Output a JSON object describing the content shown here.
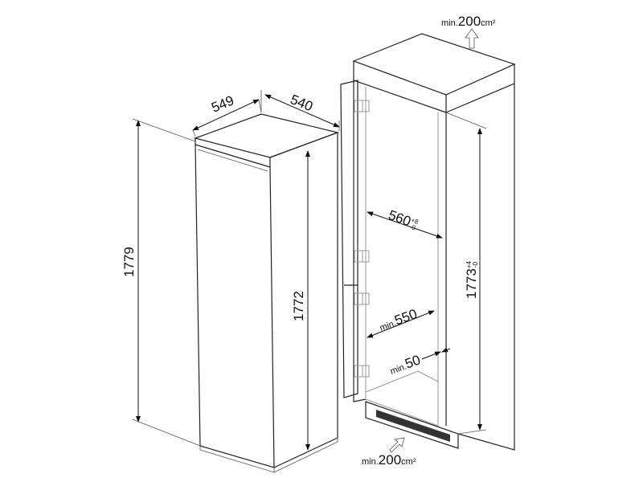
{
  "labels": {
    "depth_top": "549",
    "width_top": "540",
    "total_height": "1779",
    "body_height": "1772",
    "niche_width": "560",
    "niche_width_tol_plus": "+8",
    "niche_width_tol_minus": "-0",
    "niche_height": "1773",
    "niche_height_tol_plus": "+4",
    "niche_height_tol_minus": "-0",
    "min_depth_prefix": "min.",
    "min_depth": "550",
    "min_gap_prefix": "min.",
    "min_gap": "50",
    "vent_top_prefix": "min.",
    "vent_top_value": "200",
    "vent_top_unit": "cm²",
    "vent_bottom_prefix": "min.",
    "vent_bottom_value": "200",
    "vent_bottom_unit": "cm²"
  }
}
